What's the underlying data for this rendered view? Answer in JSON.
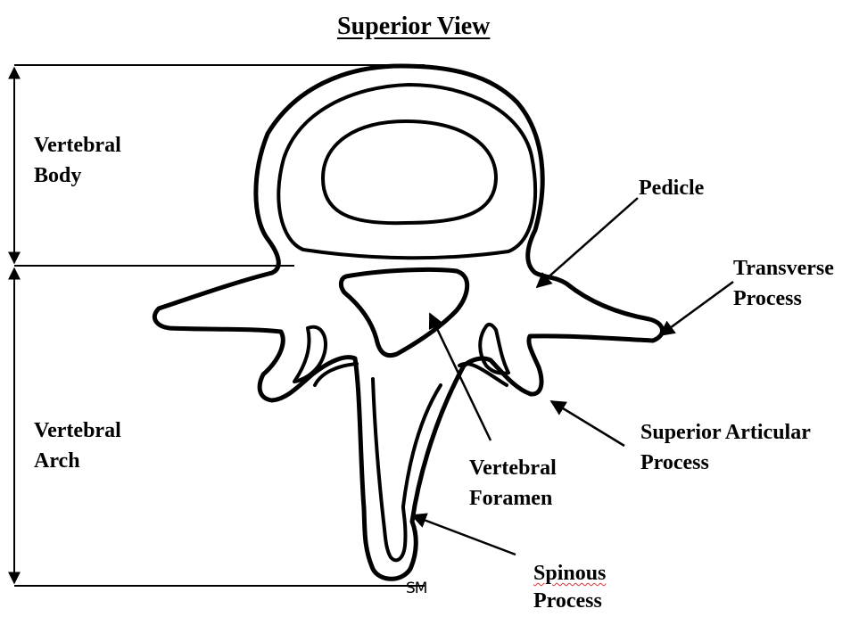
{
  "title": "Superior View",
  "regions": {
    "body": {
      "line1": "Vertebral",
      "line2": "Body"
    },
    "arch": {
      "line1": "Vertebral",
      "line2": "Arch"
    }
  },
  "labels": {
    "pedicle": "Pedicle",
    "transverse": {
      "line1": "Transverse",
      "line2": "Process"
    },
    "superior_articular": {
      "line1": "Superior Articular",
      "line2": "Process"
    },
    "foramen": {
      "line1": "Vertebral",
      "line2": "Foramen"
    },
    "spinous": {
      "line1": "Spinous",
      "line2": "Process"
    }
  },
  "signature": "SM"
}
